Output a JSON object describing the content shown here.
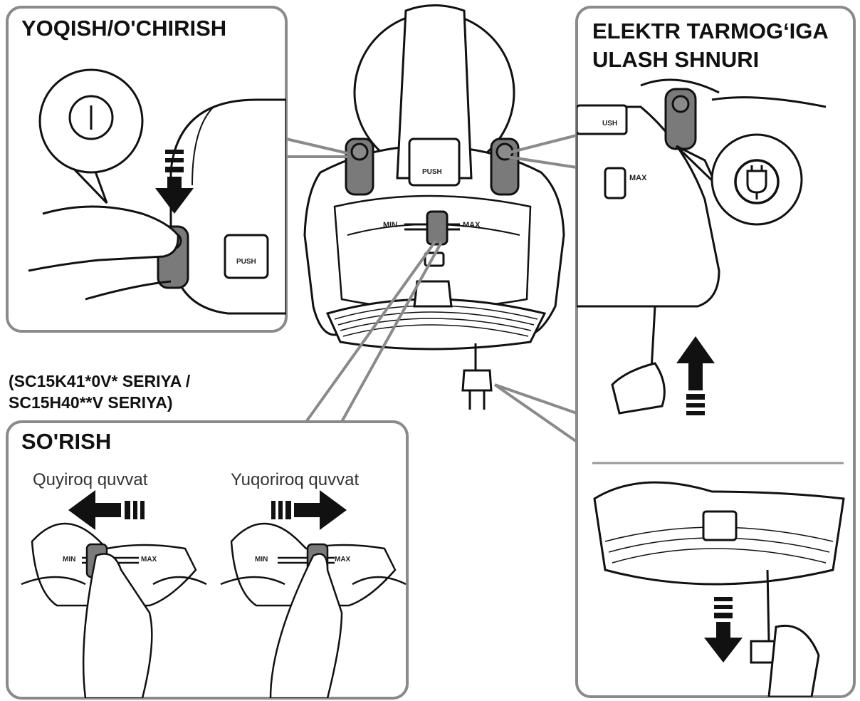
{
  "panels": {
    "power_switch": {
      "title": "YOQISH/O'CHIRISH",
      "push_label": "PUSH"
    },
    "power_cord": {
      "title_line1": "ELEKTR TARMOG‘IGA",
      "title_line2": "ULASH SHNURI",
      "push_label": "USH",
      "max_label": "MAX"
    },
    "suction": {
      "model_line1": "(SC15K41*0V* SERIYA /",
      "model_line2": "SC15H40**V SERIYA)",
      "title": "SO'RISH",
      "low_power": "Quyiroq quvvat",
      "high_power": "Yuqoriroq quvvat",
      "min_label": "MIN",
      "max_label": "MAX"
    }
  },
  "vacuum": {
    "push_label": "PUSH",
    "min_label": "MIN",
    "max_label": "MAX"
  },
  "icons": [
    "power-icon",
    "plug-icon",
    "arrow-down-icon",
    "arrow-up-icon",
    "arrow-left-icon",
    "arrow-right-icon"
  ],
  "colors": {
    "panel_border": "#8a8a8a",
    "line": "#111111",
    "switch_grey": "#7a7a7a"
  }
}
